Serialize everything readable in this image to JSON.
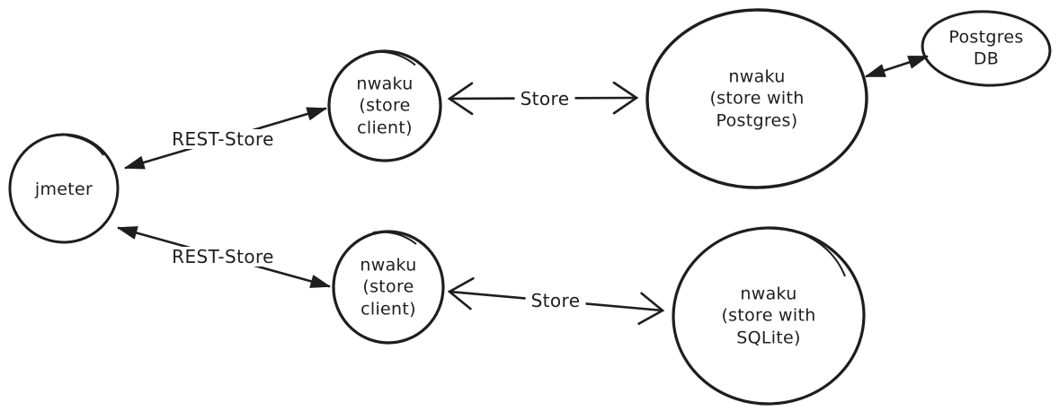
{
  "diagram": {
    "background": "#ffffff",
    "stroke_color": "#1e1e1e",
    "nodes": [
      {
        "id": "jmeter",
        "label": "jmeter",
        "shape": "ellipse"
      },
      {
        "id": "nwaku-store-client-top",
        "label": "nwaku\n(store\nclient)",
        "shape": "ellipse"
      },
      {
        "id": "nwaku-store-postgres",
        "label": "nwaku\n(store with\nPostgres)",
        "shape": "ellipse"
      },
      {
        "id": "postgres-db",
        "label": "Postgres\nDB",
        "shape": "ellipse"
      },
      {
        "id": "nwaku-store-client-bottom",
        "label": "nwaku\n(store\nclient)",
        "shape": "ellipse"
      },
      {
        "id": "nwaku-store-sqlite",
        "label": "nwaku\n(store with\nSQLite)",
        "shape": "ellipse"
      }
    ],
    "edges": [
      {
        "from": "jmeter",
        "to": "nwaku-store-client-top",
        "label": "REST-Store",
        "arrowheads": "filled-both-ends"
      },
      {
        "from": "jmeter",
        "to": "nwaku-store-client-bottom",
        "label": "REST-Store",
        "arrowheads": "filled-both-ends"
      },
      {
        "from": "nwaku-store-client-top",
        "to": "nwaku-store-postgres",
        "label": "Store",
        "arrowheads": "open-both-ends"
      },
      {
        "from": "nwaku-store-client-bottom",
        "to": "nwaku-store-sqlite",
        "label": "Store",
        "arrowheads": "open-both-ends"
      },
      {
        "from": "nwaku-store-postgres",
        "to": "postgres-db",
        "label": "",
        "arrowheads": "filled-both-ends"
      }
    ]
  }
}
